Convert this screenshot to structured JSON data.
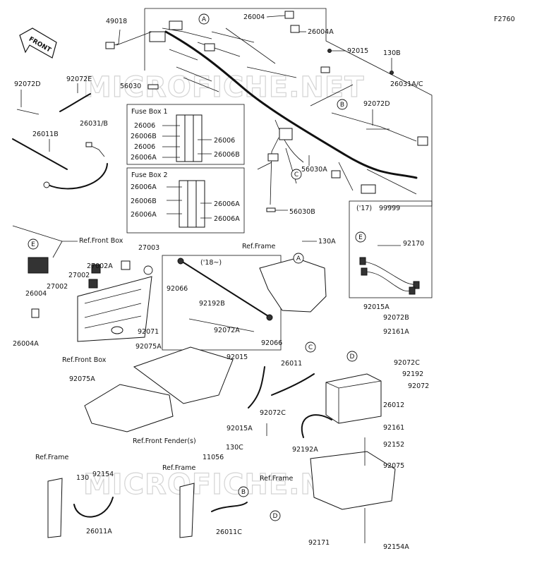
{
  "figure_code": "F2760",
  "front_label": "FRONT",
  "watermarks": [
    "MICROFICHE.NET",
    "MICROFICHE.NET"
  ],
  "fuse_box_1": {
    "title": "Fuse Box 1",
    "left_labels": [
      "26006",
      "26006B",
      "26006",
      "26006A"
    ],
    "right_labels": [
      "26006",
      "26006B"
    ]
  },
  "fuse_box_2": {
    "title": "Fuse Box 2",
    "left_labels": [
      "26006A",
      "26006B",
      "26006A"
    ],
    "right_labels": [
      "26006A",
      "26006A"
    ]
  },
  "inset_17": {
    "year": "('17)",
    "part": "99999",
    "sub_part": "92170",
    "callout": "E"
  },
  "inset_18": {
    "year": "('18~)"
  },
  "callouts": [
    "A",
    "B",
    "C",
    "D",
    "E"
  ],
  "refs": {
    "front_box_top": "Ref.Front Box",
    "front_box_bottom": "Ref.Front Box",
    "frame_center": "Ref.Frame",
    "frame_bottom_left": "Ref.Frame",
    "frame_bottom_mid": "Ref.Frame",
    "frame_bottom_right": "Ref.Frame",
    "front_fender": "Ref.Front Fender(s)"
  },
  "parts": {
    "p49018": "49018",
    "p26004_top": "26004",
    "p26004a_top": "26004A",
    "p92015_top": "92015",
    "p130b": "130B",
    "p56030": "56030",
    "p26031ac": "26031A/C",
    "p92072d_l": "92072D",
    "p92072e": "92072E",
    "p26031b": "26031/B",
    "p26011b": "26011B",
    "p92072d_r": "92072D",
    "p56030a": "56030A",
    "p56030b": "56030B",
    "p130a": "130A",
    "p27003": "27003",
    "p27002a": "27002A",
    "p27002_1": "27002",
    "p27002_2": "27002",
    "p26004_l": "26004",
    "p26004a_l": "26004A",
    "p92071": "92071",
    "p92066_1": "92066",
    "p92192b": "92192B",
    "p92072a": "92072A",
    "p92066_2": "92066",
    "p92015a_r": "92015A",
    "p92072b": "92072B",
    "p92161a": "92161A",
    "p92075a_1": "92075A",
    "p92075a_2": "92075A",
    "p92015_mid": "92015",
    "p26011": "26011",
    "p92072c_r": "92072C",
    "p92192": "92192",
    "p92072": "92072",
    "p26012": "26012",
    "p92015a_b": "92015A",
    "p92072c_m": "92072C",
    "p92192a": "92192A",
    "p92161": "92161",
    "p92152": "92152",
    "p130c": "130C",
    "p11056": "11056",
    "p92075": "92075",
    "p130": "130",
    "p92154": "92154",
    "p26011a": "26011A",
    "p26011c": "26011C",
    "p92171": "92171",
    "p92154a": "92154A"
  }
}
